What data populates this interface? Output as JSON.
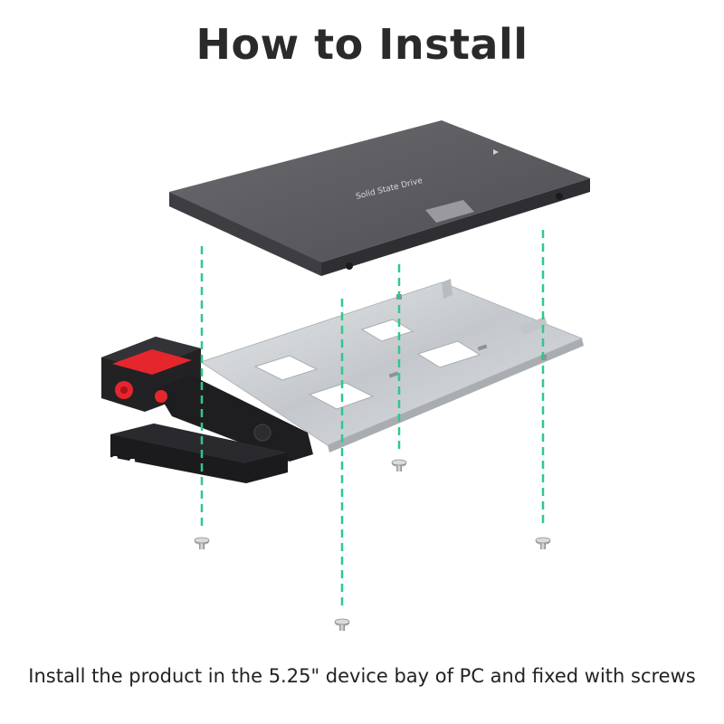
{
  "header": {
    "title": "How to Install"
  },
  "ssd": {
    "label": "Solid State Drive"
  },
  "footer": {
    "caption": "Install the product in the 5.25\" device bay of PC and fixed with screws"
  },
  "colors": {
    "guide_line": "#2ec98a",
    "ssd_body": "#5e5e62",
    "tray_metal": "#cfd3d6",
    "handle": "#1d1d1f",
    "accent": "#e5262d"
  },
  "icons": [
    "screw-icon",
    "ssd-drive",
    "drive-tray",
    "tray-handle"
  ]
}
